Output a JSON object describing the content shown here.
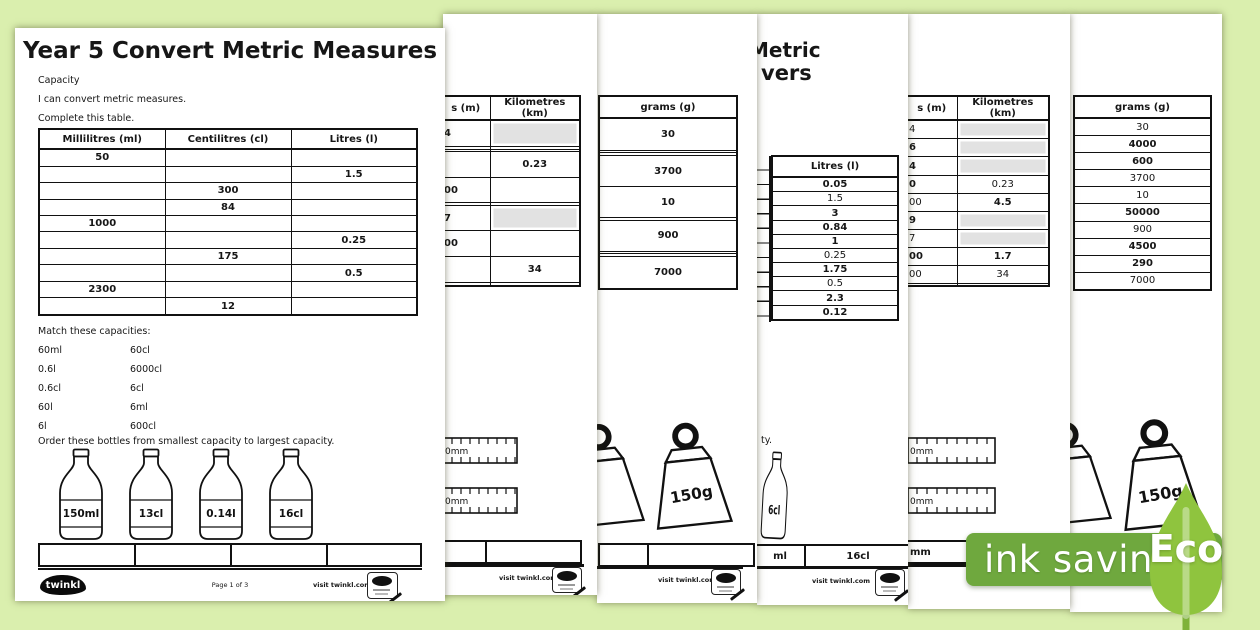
{
  "background": {
    "color": "#daefae"
  },
  "badge": {
    "ink_label": "ink saving",
    "eco_label": "Eco",
    "banner_color": "#6fa83e",
    "leaf_color": "#8fc43e"
  },
  "sheet1": {
    "title": "Year 5 Convert Metric Measures",
    "category": "Capacity",
    "objective": "I can convert metric measures.",
    "instruction_table": "Complete this table.",
    "table": {
      "headers": [
        "Millilitres (ml)",
        "Centilitres (cl)",
        "Litres (l)"
      ],
      "rows": [
        [
          "50",
          "",
          ""
        ],
        [
          "",
          "",
          "1.5"
        ],
        [
          "",
          "300",
          ""
        ],
        [
          "",
          "84",
          ""
        ],
        [
          "1000",
          "",
          ""
        ],
        [
          "",
          "",
          "0.25"
        ],
        [
          "",
          "175",
          ""
        ],
        [
          "",
          "",
          "0.5"
        ],
        [
          "2300",
          "",
          ""
        ],
        [
          "",
          "12",
          ""
        ]
      ]
    },
    "match_heading": "Match these capacities:",
    "match_pairs": [
      {
        "left": "60ml",
        "right": "60cl"
      },
      {
        "left": "0.6l",
        "right": "6000cl"
      },
      {
        "left": "0.6cl",
        "right": "6cl"
      },
      {
        "left": "60l",
        "right": "6ml"
      },
      {
        "left": "6l",
        "right": "600cl"
      }
    ],
    "order_instruction": "Order these bottles from smallest capacity to largest capacity.",
    "bottles": [
      "150ml",
      "13cl",
      "0.14l",
      "16cl"
    ],
    "footer": {
      "brand": "twinkl",
      "page_info": "Page 1 of 3",
      "visit": "visit twinkl.com"
    }
  },
  "sheet2": {
    "col1_header": "s (m)",
    "col2_header": "Kilometres (km)",
    "rows": [
      {
        "m": "4",
        "km": ""
      },
      {
        "m": "",
        "km": ""
      },
      {
        "m": "",
        "km": ""
      },
      {
        "m": "",
        "km": "0.23"
      },
      {
        "m": "00",
        "km": ""
      },
      {
        "m": "",
        "km": ""
      },
      {
        "m": "7",
        "km": ""
      },
      {
        "m": "00",
        "km": ""
      },
      {
        "m": "",
        "km": "34"
      },
      {
        "m": "",
        "km": ""
      }
    ],
    "ruler1_label": "0mm",
    "ruler2_label": "0mm",
    "footer_visit": "visit twinkl.com"
  },
  "sheet3": {
    "header": "grams (g)",
    "values": [
      "30",
      "",
      "",
      "3700",
      "10",
      "",
      "900",
      "",
      "",
      "7000"
    ],
    "weight_label": "150g",
    "footer_visit": "visit twinkl.com"
  },
  "sheet4": {
    "title_line1": "Metric",
    "title_line2": "vers",
    "header": "Litres (l)",
    "values": [
      "0.05",
      "1.5",
      "3",
      "0.84",
      "1",
      "0.25",
      "1.75",
      "0.5",
      "2.3",
      "0.12"
    ],
    "fragment_capacity": "ty.",
    "bottle_label": "6cl",
    "answer_left": "ml",
    "answer_right": "16cl",
    "footer_visit": "visit twinkl.com"
  },
  "sheet5": {
    "col1_header": "s (m)",
    "col2_header": "Kilometres (km)",
    "rows": [
      {
        "m": "4",
        "km": ""
      },
      {
        "m": "6",
        "km": ""
      },
      {
        "m": "4",
        "km": ""
      },
      {
        "m": "0",
        "km": "0.23"
      },
      {
        "m": "00",
        "km": "4.5"
      },
      {
        "m": "9",
        "km": ""
      },
      {
        "m": "7",
        "km": ""
      },
      {
        "m": "00",
        "km": "1.7"
      },
      {
        "m": "00",
        "km": "34"
      },
      {
        "m": "",
        "km": ""
      }
    ],
    "ruler1_label": "0mm",
    "ruler2_label": "0mm",
    "answer_fragment": "mm"
  },
  "sheet6": {
    "header": "grams (g)",
    "values": [
      "30",
      "4000",
      "600",
      "3700",
      "10",
      "50000",
      "900",
      "4500",
      "290",
      "7000"
    ],
    "weight_label": "150g"
  }
}
